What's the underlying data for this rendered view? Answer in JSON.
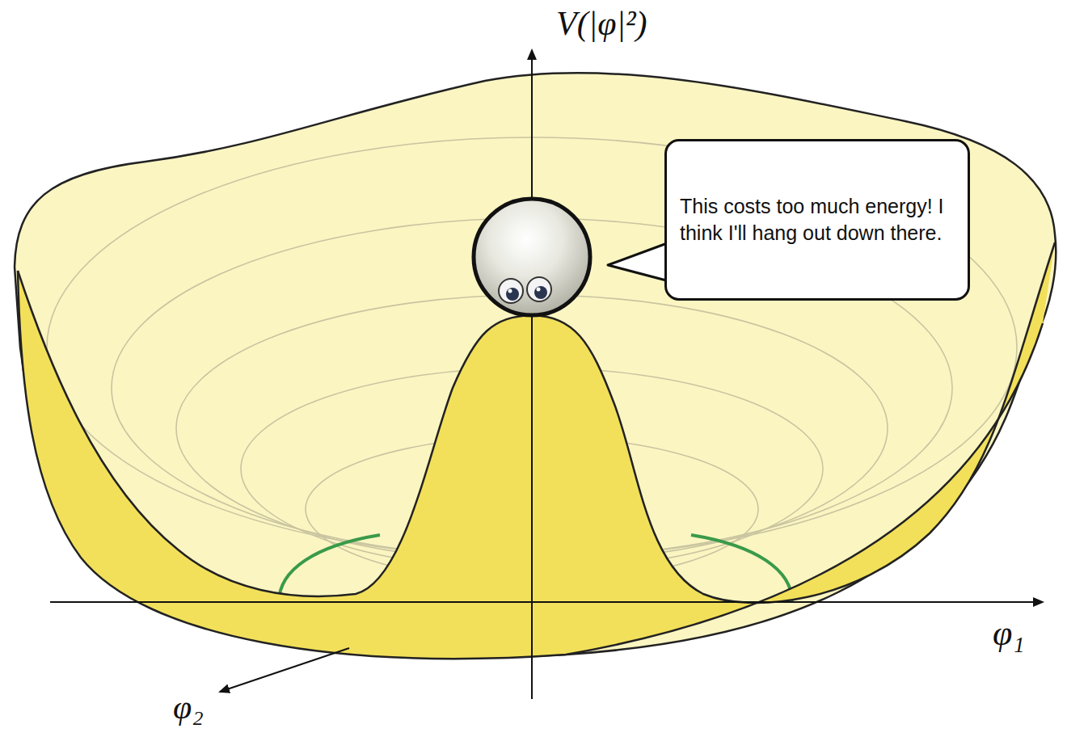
{
  "diagram": {
    "nodes": [
      {
        "text": [
          "This costs too much energy! I think I'll hang out down there."
        ]
      }
    ],
    "labels": [
      "V(|φ|²)",
      "φ₁",
      "φ₂"
    ]
  }
}
